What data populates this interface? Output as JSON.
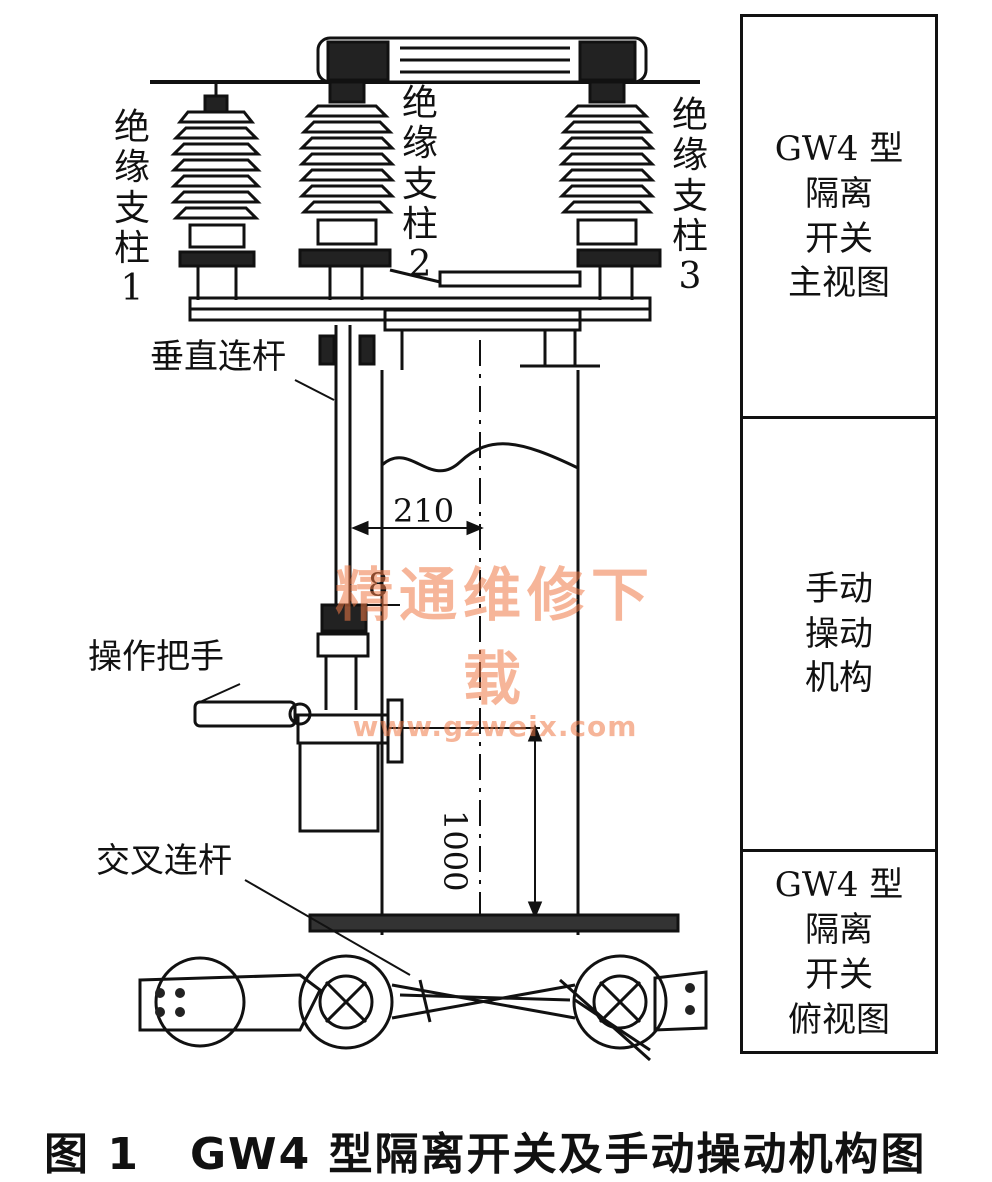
{
  "labels": {
    "insulator_1": [
      "绝",
      "缘",
      "支",
      "柱",
      "1"
    ],
    "insulator_2": [
      "绝",
      "缘",
      "支",
      "柱",
      "2"
    ],
    "insulator_3": [
      "绝",
      "缘",
      "支",
      "柱",
      "3"
    ],
    "vertical_link": "垂直连杆",
    "operating_handle": "操作把手",
    "cross_link": "交叉连杆"
  },
  "dimensions": {
    "width_210": "210",
    "width_8": "8",
    "height_1000": "1000"
  },
  "side_panel": {
    "main_view": [
      "GW4 型",
      "隔离",
      "开关",
      "主视图"
    ],
    "manual_mechanism": [
      "手动",
      "操动",
      "机构"
    ],
    "top_view": [
      "GW4 型",
      "隔离",
      "开关",
      "俯视图"
    ]
  },
  "watermark": {
    "text": "精通维修下载",
    "url": "www.gzweix.com"
  },
  "caption": {
    "number": "图 1",
    "title": "GW4 型隔离开关及手动操动机构图"
  }
}
